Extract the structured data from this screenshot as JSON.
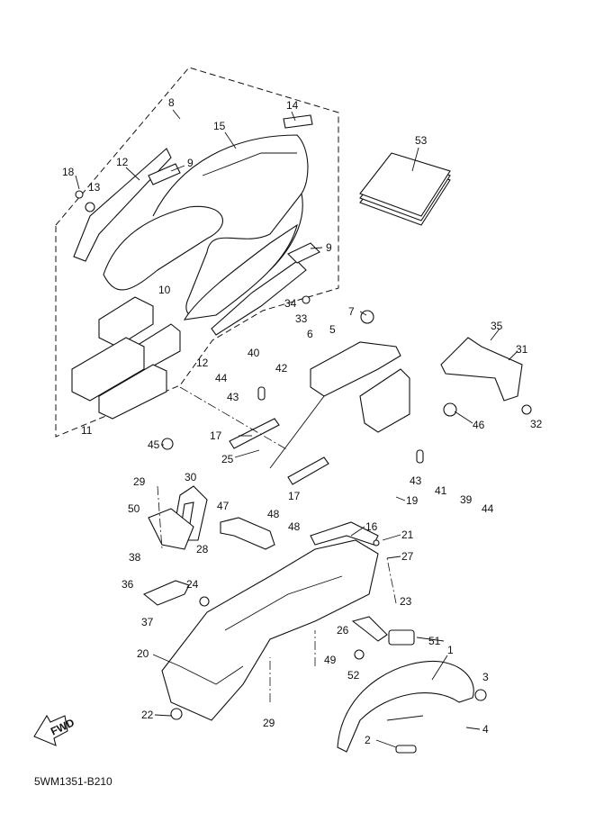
{
  "diagram_code": "5WM1351-B210",
  "fwd_badge": "FWD",
  "callouts": [
    "8",
    "14",
    "15",
    "53",
    "18",
    "12",
    "9",
    "13",
    "9",
    "34",
    "33",
    "10",
    "7",
    "6",
    "5",
    "35",
    "31",
    "40",
    "44",
    "42",
    "43",
    "46",
    "32",
    "11",
    "17",
    "45",
    "25",
    "29",
    "30",
    "43",
    "41",
    "39",
    "44",
    "17",
    "19",
    "47",
    "50",
    "48",
    "48",
    "16",
    "21",
    "27",
    "28",
    "38",
    "36",
    "24",
    "23",
    "37",
    "26",
    "51",
    "1",
    "20",
    "49",
    "52",
    "3",
    "22",
    "4",
    "2",
    "29",
    "12"
  ]
}
